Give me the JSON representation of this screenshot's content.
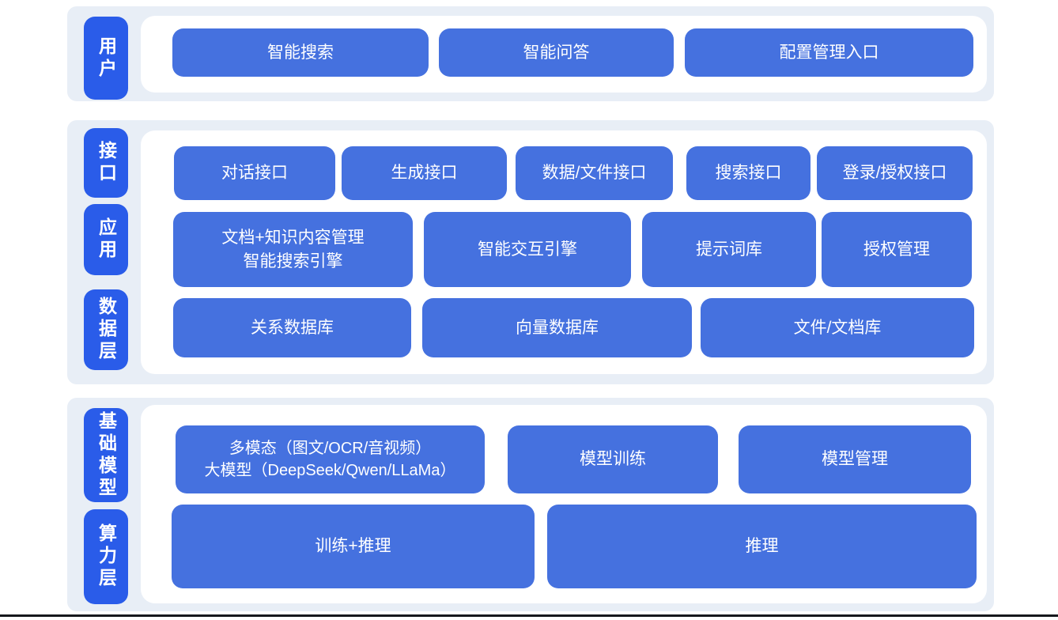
{
  "colors": {
    "band": "#E8EEF6",
    "label": "#2A5CE9",
    "button": "#4571DF",
    "panel": "#FFFFFF",
    "page": "#FFFFFF",
    "line": "#16181C"
  },
  "sections": [
    {
      "name": "user-layer",
      "labels": [
        {
          "text": "用户"
        }
      ],
      "rows": [
        {
          "buttons": [
            {
              "text": "智能搜索"
            },
            {
              "text": "智能问答"
            },
            {
              "text": "配置管理入口"
            }
          ]
        }
      ]
    },
    {
      "name": "interface-application-data-layer",
      "labels": [
        {
          "text": "接口"
        },
        {
          "text": "应用"
        },
        {
          "text": "数据层"
        }
      ],
      "rows": [
        {
          "buttons": [
            {
              "text": "对话接口"
            },
            {
              "text": "生成接口"
            },
            {
              "text": "数据/文件接口"
            },
            {
              "text": "搜索接口"
            },
            {
              "text": "登录/授权接口"
            }
          ]
        },
        {
          "buttons": [
            {
              "text": "文档+知识内容管理\n智能搜索引擎"
            },
            {
              "text": "智能交互引擎"
            },
            {
              "text": "提示词库"
            },
            {
              "text": "授权管理"
            }
          ]
        },
        {
          "buttons": [
            {
              "text": "关系数据库"
            },
            {
              "text": "向量数据库"
            },
            {
              "text": "文件/文档库"
            }
          ]
        }
      ]
    },
    {
      "name": "foundation-model-compute-layer",
      "labels": [
        {
          "text": "基础模型"
        },
        {
          "text": "算力层"
        }
      ],
      "rows": [
        {
          "buttons": [
            {
              "text": "多模态（图文/OCR/音视频）\n大模型（DeepSeek/Qwen/LLaMa）"
            },
            {
              "text": "模型训练"
            },
            {
              "text": "模型管理"
            }
          ]
        },
        {
          "buttons": [
            {
              "text": "训练+推理"
            },
            {
              "text": "推理"
            }
          ]
        }
      ]
    }
  ]
}
